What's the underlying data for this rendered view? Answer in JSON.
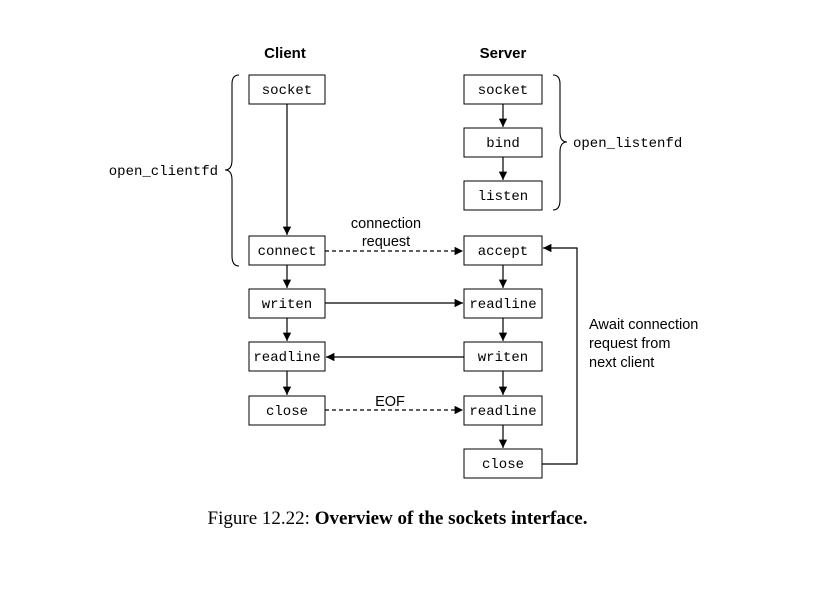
{
  "headers": {
    "client": "Client",
    "server": "Server"
  },
  "client_boxes": {
    "socket": "socket",
    "connect": "connect",
    "writen": "writen",
    "readline": "readline",
    "close": "close"
  },
  "server_boxes": {
    "socket": "socket",
    "bind": "bind",
    "listen": "listen",
    "accept": "accept",
    "readline1": "readline",
    "writen": "writen",
    "readline2": "readline",
    "close": "close"
  },
  "brace_labels": {
    "client": "open_clientfd",
    "server": "open_listenfd"
  },
  "annotations": {
    "connection_line1": "connection",
    "connection_line2": "request",
    "eof": "EOF",
    "await_line1": "Await connection",
    "await_line2": "request from",
    "await_line3": "next client"
  },
  "caption": {
    "prefix": "Figure 12.22:",
    "title": "Overview of the sockets interface."
  }
}
